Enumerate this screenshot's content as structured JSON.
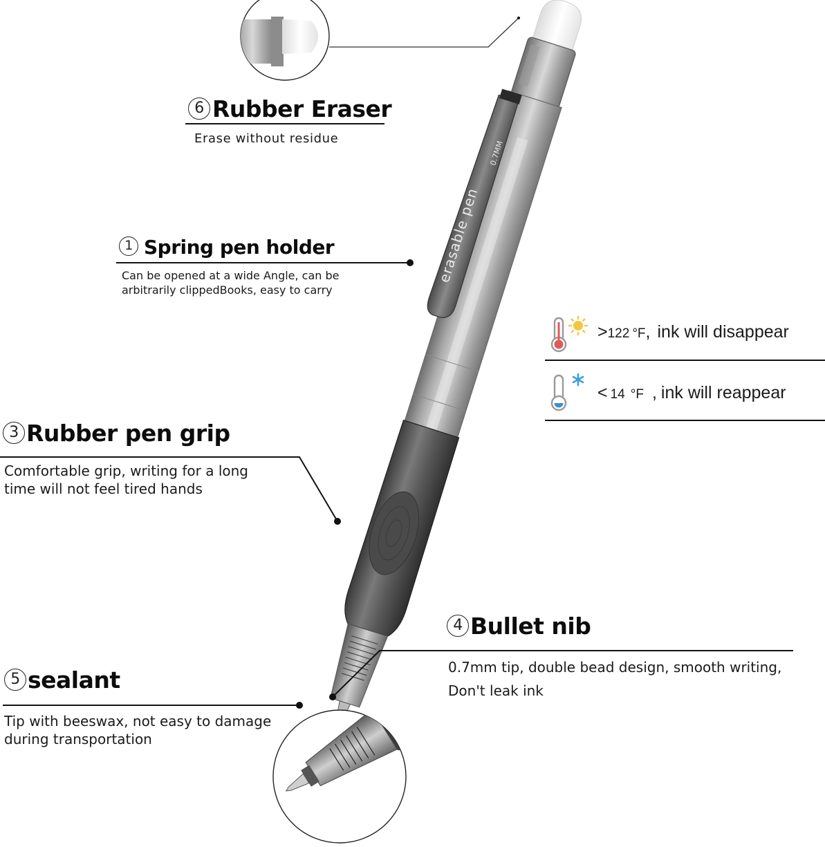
{
  "features": {
    "eraser": {
      "number": "6",
      "title": "Rubber Eraser",
      "description": "Erase without residue"
    },
    "holder": {
      "number": "1",
      "title": "Spring pen holder",
      "description_lines": [
        "Can be opened at a wide Angle, can be",
        "arbitrarily clippedBooks, easy to carry"
      ]
    },
    "grip": {
      "number": "3",
      "title": "Rubber pen grip",
      "description_lines": [
        "Comfortable grip, writing for a long",
        "time will not feel tired hands"
      ]
    },
    "nib": {
      "number": "4",
      "title": "Bullet nib",
      "description_lines": [
        "0.7mm tip, double bead design, smooth writing,",
        "Don't leak ink"
      ]
    },
    "sealant": {
      "number": "5",
      "title": "sealant",
      "description_lines": [
        "Tip with beeswax, not easy to damage",
        "during transportation"
      ]
    }
  },
  "temperature": {
    "hot": {
      "symbol": ">",
      "value": "122",
      "unit": "°F",
      "sep": ",",
      "text": "ink will disappear",
      "icon": "thermometer-hot-icon",
      "color": "#e05050",
      "accent": "#f5c542"
    },
    "cold": {
      "symbol": "<",
      "value": "14",
      "unit": "°F",
      "sep": ",",
      "text": "ink will reappear",
      "icon": "thermometer-cold-icon",
      "color": "#3a8fd0",
      "accent": "#3a9fe0"
    }
  },
  "pen": {
    "brand_text": "erasable pen",
    "size_label": "0.7MM"
  }
}
